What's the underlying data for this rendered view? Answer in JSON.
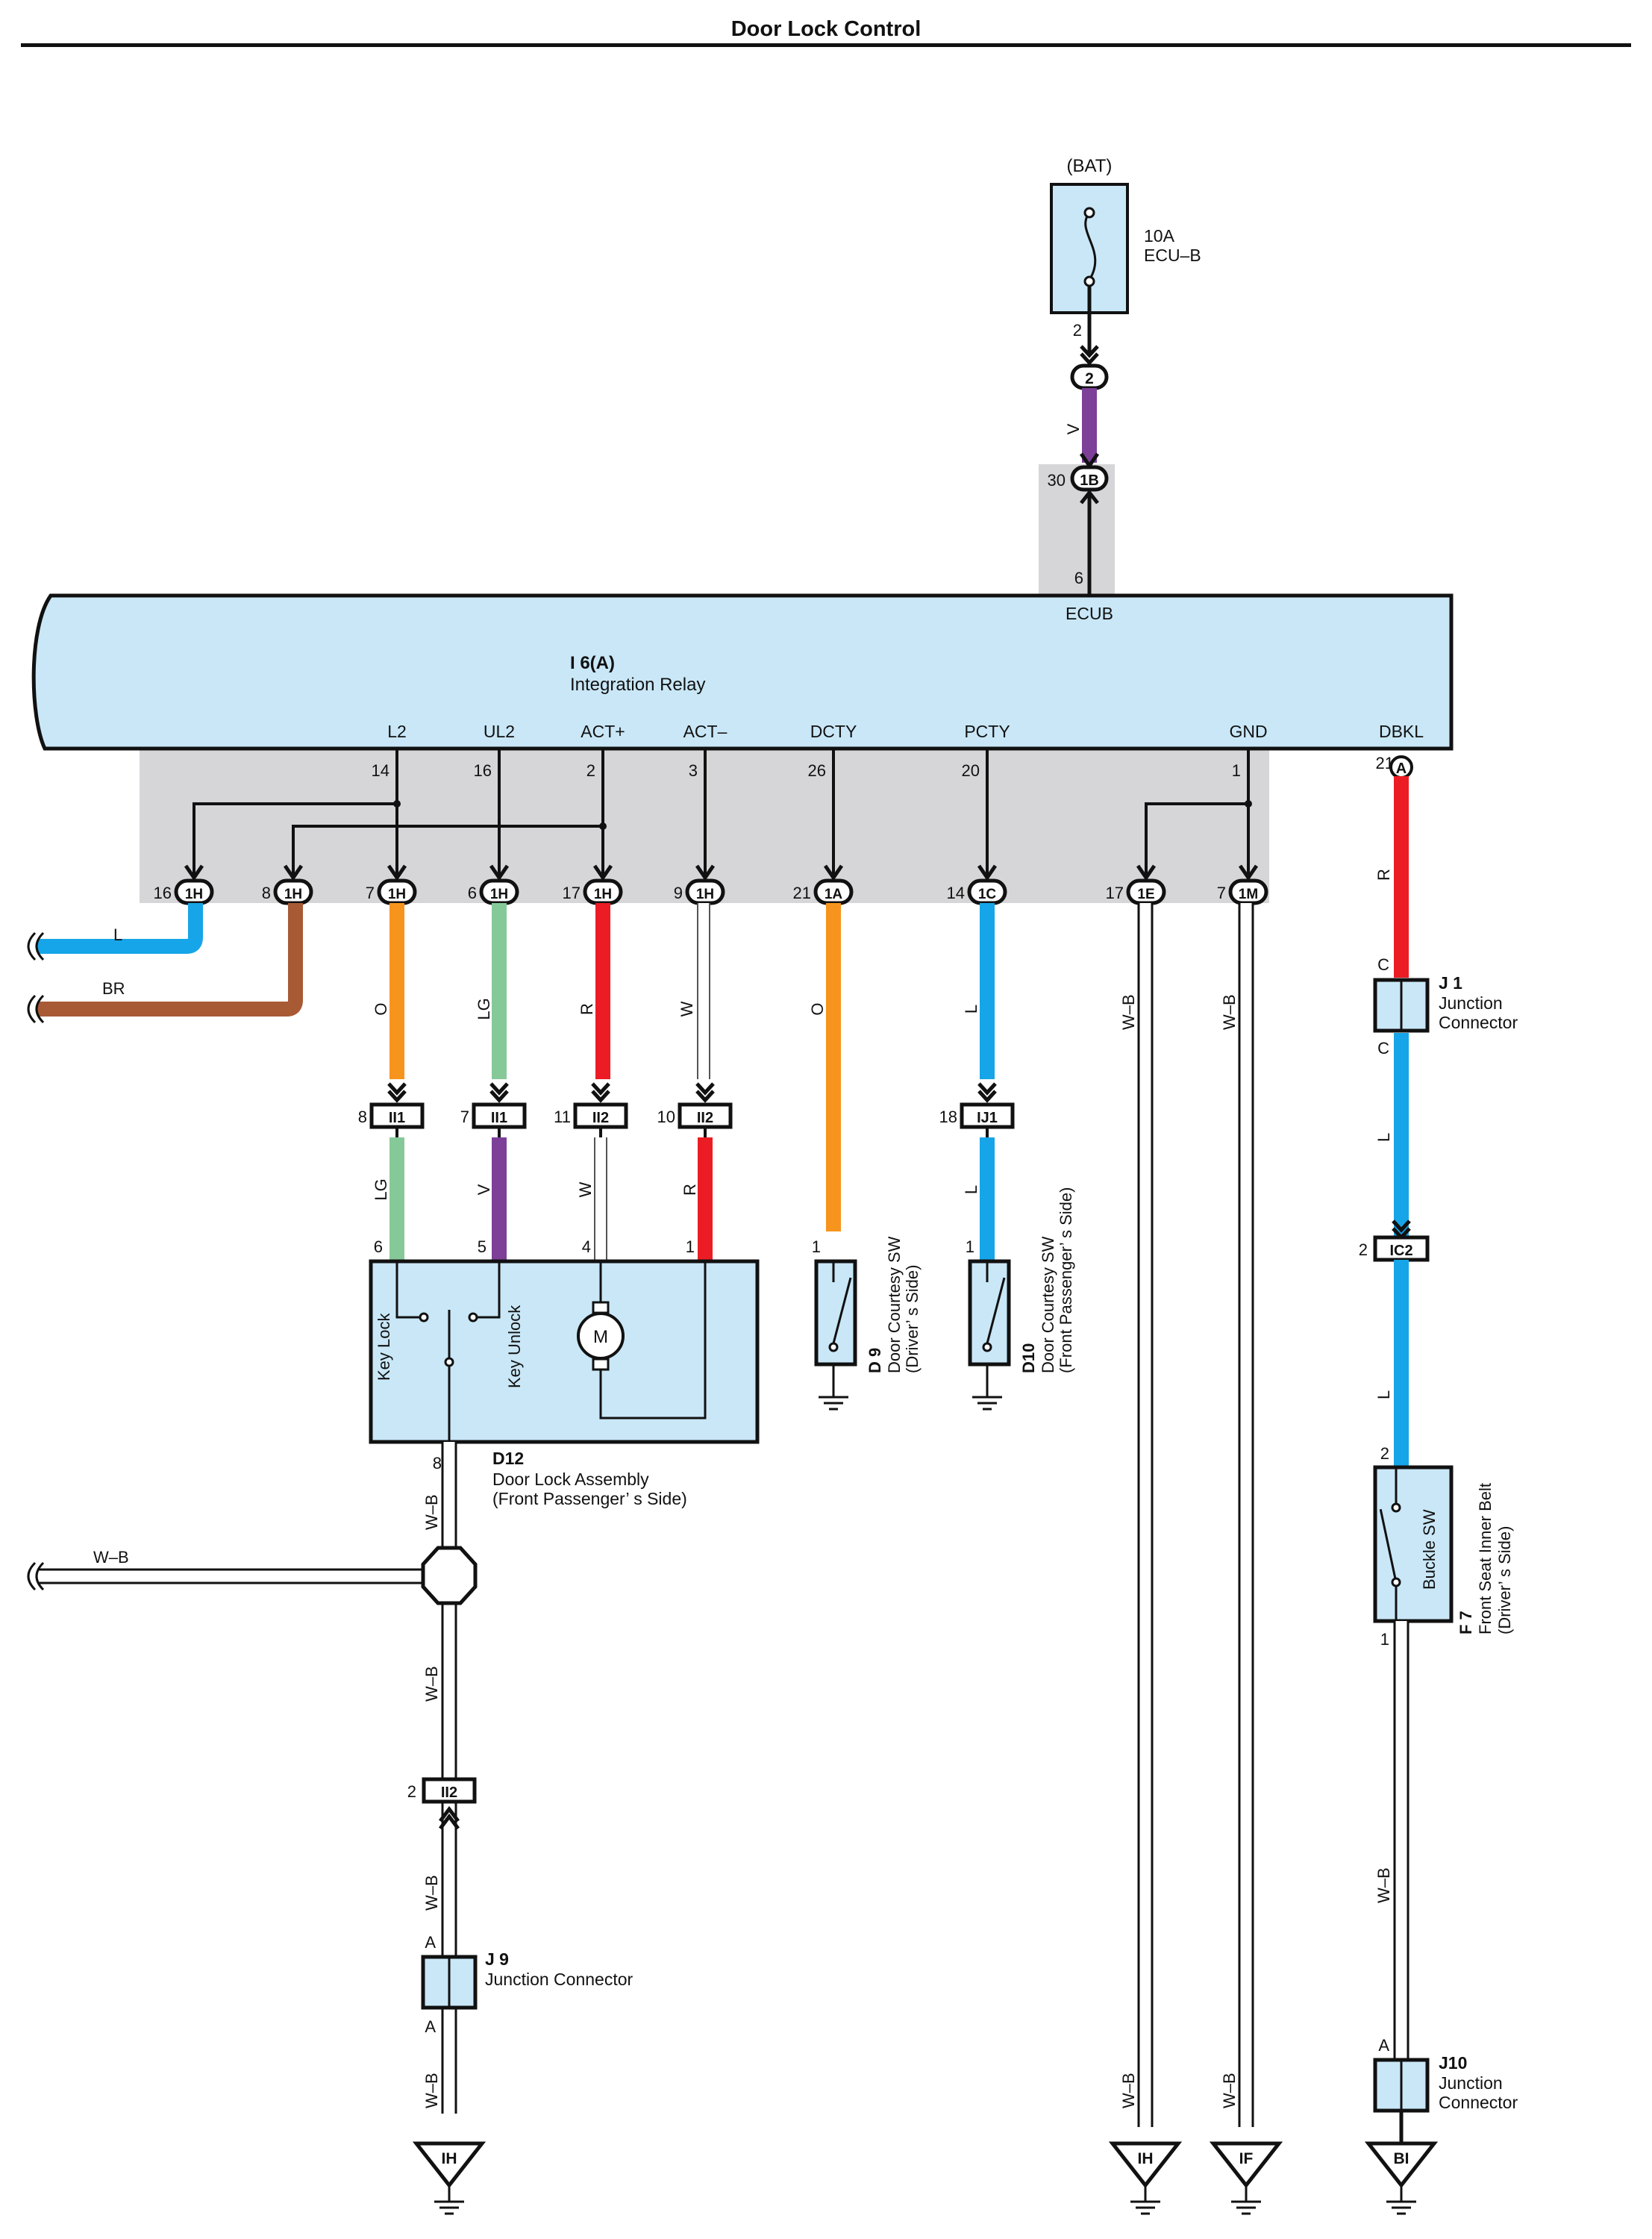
{
  "header": {
    "title": "Door Lock Control"
  },
  "colors": {
    "relay_fill": "#c9e7f7",
    "harness_fill": "#d6d6d8",
    "wire_L": "#16a5e8",
    "wire_BR": "#a85a35",
    "wire_O": "#f7941d",
    "wire_LG": "#86c998",
    "wire_V": "#7d3f98",
    "wire_R": "#ec1c24"
  },
  "battery": {
    "label": "(BAT)",
    "fuse_rating": "10A",
    "fuse_name": "ECU–B",
    "pin": "2",
    "conn_pin": "2",
    "wire": "V",
    "conn_1b_pin": "30",
    "conn_1b": "1B",
    "ecub_pin": "6"
  },
  "relay": {
    "id": "I 6(A)",
    "name": "Integration Relay",
    "ecub": "ECUB"
  },
  "terminals": [
    {
      "name": "L2",
      "pin": "14"
    },
    {
      "name": "UL2",
      "pin": "16"
    },
    {
      "name": "ACT+",
      "pin": "2"
    },
    {
      "name": "ACT–",
      "pin": "3"
    },
    {
      "name": "DCTY",
      "pin": "26"
    },
    {
      "name": "PCTY",
      "pin": "20"
    },
    {
      "name": "GND",
      "pin": "1"
    },
    {
      "name": "DBKL",
      "pin": "21",
      "conn": "A"
    }
  ],
  "harness_connectors": [
    {
      "pin": "16",
      "conn": "1H"
    },
    {
      "pin": "8",
      "conn": "1H"
    },
    {
      "pin": "7",
      "conn": "1H"
    },
    {
      "pin": "6",
      "conn": "1H"
    },
    {
      "pin": "17",
      "conn": "1H"
    },
    {
      "pin": "9",
      "conn": "1H"
    },
    {
      "pin": "21",
      "conn": "1A"
    },
    {
      "pin": "14",
      "conn": "1C"
    },
    {
      "pin": "17",
      "conn": "1E"
    },
    {
      "pin": "7",
      "conn": "1M"
    }
  ],
  "left_wires": [
    {
      "label": "L"
    },
    {
      "label": "BR"
    }
  ],
  "wire_labels_upper": [
    "O",
    "LG",
    "R",
    "W",
    "O",
    "L",
    "W–B",
    "W–B"
  ],
  "lower_connectors": [
    {
      "pin": "8",
      "conn": "II1"
    },
    {
      "pin": "7",
      "conn": "II1"
    },
    {
      "pin": "11",
      "conn": "II2"
    },
    {
      "pin": "10",
      "conn": "II2"
    },
    {
      "pin": "18",
      "conn": "IJ1"
    }
  ],
  "wire_labels_lower": [
    "LG",
    "V",
    "W",
    "R",
    "L"
  ],
  "door_lock": {
    "pins": [
      "6",
      "5",
      "4",
      "1"
    ],
    "key_lock": "Key Lock",
    "key_unlock": "Key Unlock",
    "motor": "M",
    "out_pin": "8",
    "id": "D12",
    "name1": "Door Lock Assembly",
    "name2": "(Front Passenger’ s Side)"
  },
  "d9": {
    "pin": "1",
    "id": "D 9",
    "name1": "Door Courtesy SW",
    "name2": "(Driver’ s Side)"
  },
  "d10": {
    "pin": "1",
    "id": "D10",
    "name1": "Door Courtesy SW",
    "name2": "(Front Passenger’ s Side)"
  },
  "ground_chain": {
    "wb1": "W–B",
    "left_wb": "W–B",
    "wb2": "W–B",
    "conn_pin": "2",
    "conn": "II2",
    "wb3": "W–B",
    "j9_a_top": "A",
    "j9_id": "J 9",
    "j9_name": "Junction Connector",
    "j9_a_bottom": "A",
    "wb4": "W–B",
    "ground": "IH"
  },
  "right_grounds": [
    {
      "wire": "W–B",
      "ground": "IH"
    },
    {
      "wire": "W–B",
      "ground": "IF"
    }
  ],
  "dbkl_chain": {
    "wire_r": "R",
    "j1_c_top": "C",
    "j1_id": "J 1",
    "j1_name1": "Junction",
    "j1_name2": "Connector",
    "j1_c_bottom": "C",
    "wire_l1": "L",
    "ic2_pin": "2",
    "ic2": "IC2",
    "wire_l2": "L",
    "f7_pin_top": "2",
    "buckle": "Buckle SW",
    "f7_id": "F 7",
    "f7_name1": "Front Seat Inner Belt",
    "f7_name2": "(Driver’ s Side)",
    "f7_pin_bottom": "1",
    "wire_wb": "W–B",
    "j10_a": "A",
    "j10_id": "J10",
    "j10_name1": "Junction",
    "j10_name2": "Connector",
    "ground": "BI"
  }
}
